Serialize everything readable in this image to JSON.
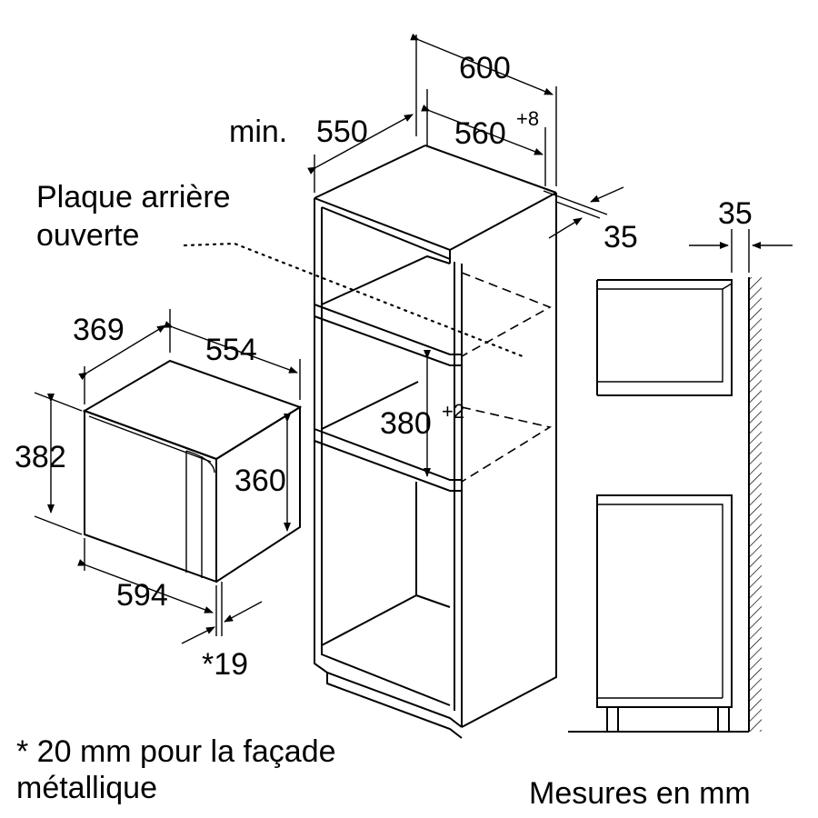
{
  "dimensions": {
    "top_width": "600",
    "depth_min_prefix": "min.",
    "depth_min": "550",
    "inner_width": "560",
    "inner_width_tol": "+8",
    "back_gap": "35",
    "niche_height": "380",
    "niche_height_tol": "+2",
    "side_gap": "35"
  },
  "appliance": {
    "depth": "369",
    "width_inner": "554",
    "height": "382",
    "inner_height": "360",
    "front_width": "594",
    "front_depth": "*19"
  },
  "labels": {
    "back_panel_line1": "Plaque arrière",
    "back_panel_line2": "ouverte",
    "footnote_line1": "* 20 mm pour la façade",
    "footnote_line2": "métallique",
    "units": "Mesures en mm"
  }
}
